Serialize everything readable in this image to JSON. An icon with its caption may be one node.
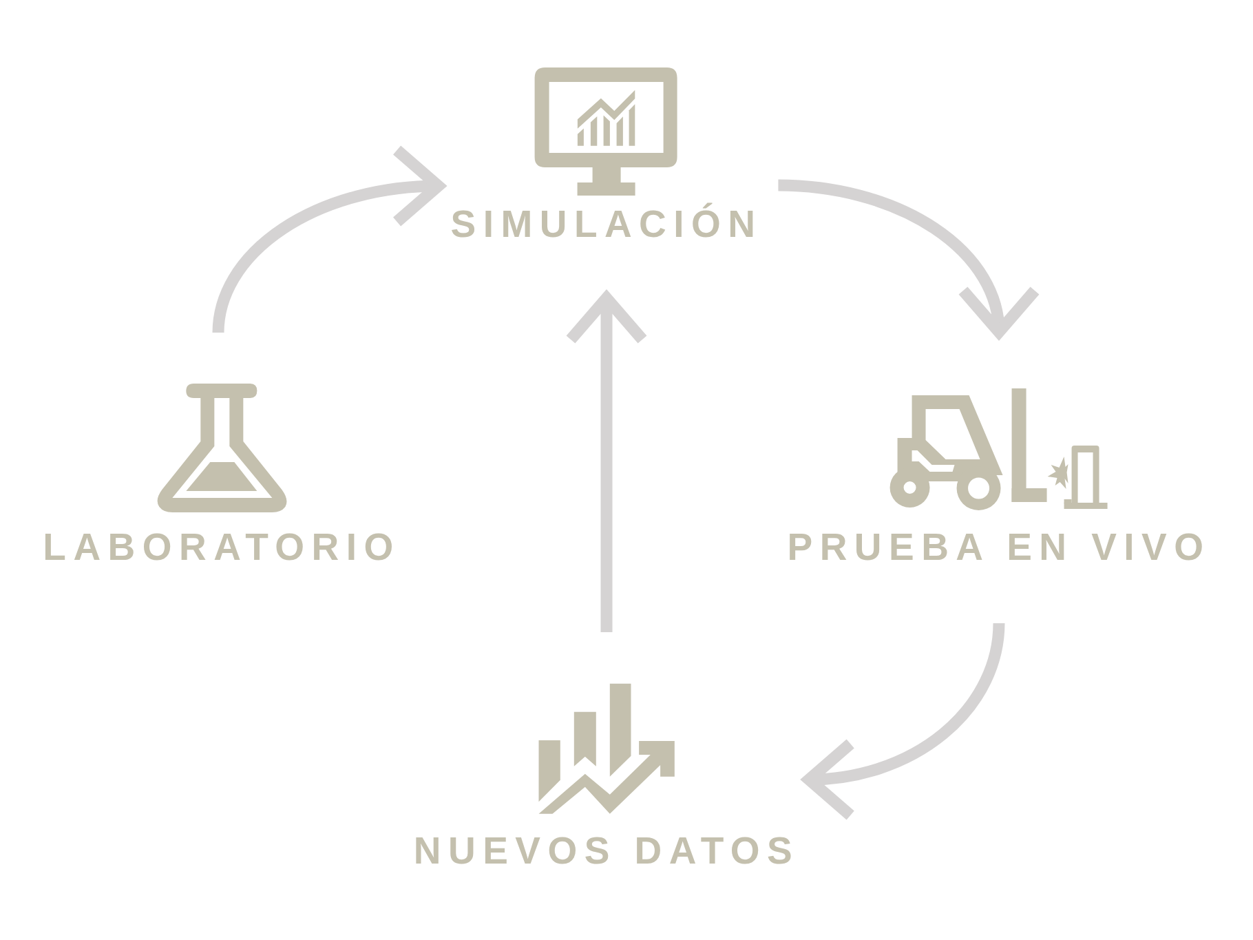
{
  "diagram": {
    "nodes": [
      {
        "text": [
          "SIMULACIÓN"
        ]
      },
      {
        "text": [
          "LABORATORIO"
        ]
      },
      {
        "text": [
          "PRUEBA EN VIVO"
        ]
      },
      {
        "text": [
          "NUEVOS DATOS"
        ]
      }
    ],
    "edges": [
      {
        "from": 1,
        "to": 0,
        "arrow": "to"
      },
      {
        "from": 0,
        "to": 2,
        "arrow": "to"
      },
      {
        "from": 2,
        "to": 3,
        "arrow": "to"
      },
      {
        "from": 3,
        "to": 0,
        "arrow": "to"
      }
    ]
  }
}
